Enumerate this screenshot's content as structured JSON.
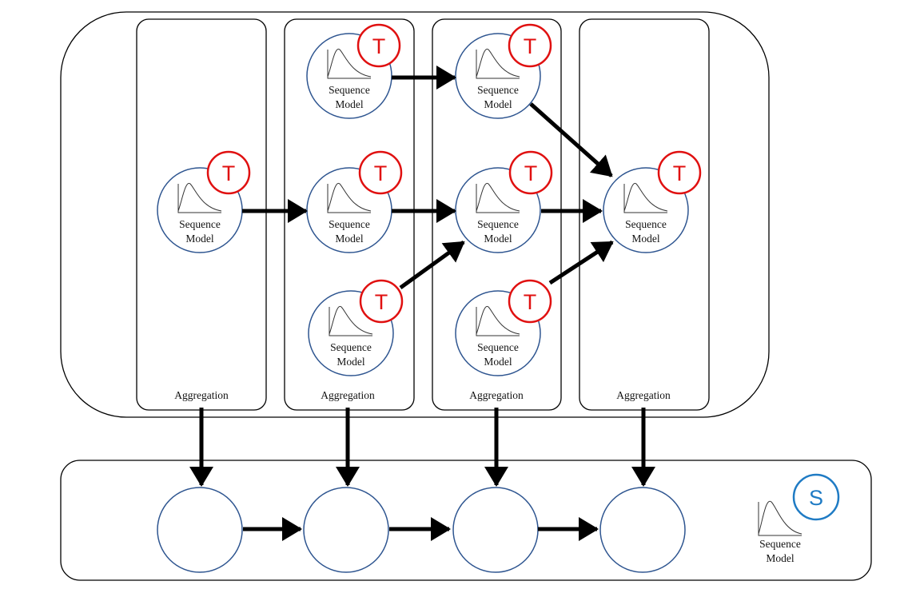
{
  "colors": {
    "teacher_badge": "#e01010",
    "student_badge": "#1f7bc4",
    "node_stroke": "#2e5590",
    "arrow": "#000000",
    "container_stroke": "#000000"
  },
  "teacher_block": {
    "aggregation_label": "Aggregation",
    "columns": [
      {
        "aggregation_label": "Aggregation",
        "nodes": [
          {
            "line1": "Sequence",
            "line2": "Model",
            "badge": "T"
          }
        ]
      },
      {
        "aggregation_label": "Aggregation",
        "nodes": [
          {
            "line1": "Sequence",
            "line2": "Model",
            "badge": "T"
          },
          {
            "line1": "Sequence",
            "line2": "Model",
            "badge": "T"
          },
          {
            "line1": "Sequence",
            "line2": "Model",
            "badge": "T"
          }
        ]
      },
      {
        "aggregation_label": "Aggregation",
        "nodes": [
          {
            "line1": "Sequence",
            "line2": "Model",
            "badge": "T"
          },
          {
            "line1": "Sequence",
            "line2": "Model",
            "badge": "T"
          },
          {
            "line1": "Sequence",
            "line2": "Model",
            "badge": "T"
          }
        ]
      },
      {
        "aggregation_label": "Aggregation",
        "nodes": [
          {
            "line1": "Sequence",
            "line2": "Model",
            "badge": "T"
          }
        ]
      }
    ]
  },
  "student_block": {
    "node_count": 4,
    "legend": {
      "line1": "Sequence",
      "line2": "Model",
      "badge": "S"
    }
  }
}
